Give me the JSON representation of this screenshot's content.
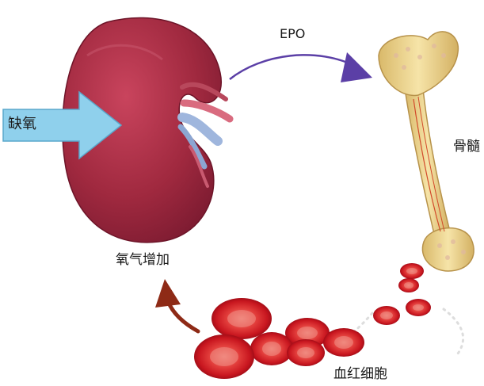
{
  "labels": {
    "epo": "EPO",
    "hypoxia": "缺氧",
    "bone_marrow": "骨髓",
    "oxygen_increase": "氧气增加",
    "red_blood_cells": "血红细胞"
  },
  "colors": {
    "kidney": "#a0293f",
    "kidney_shadow": "#7a1a30",
    "vein": "#9fb6dd",
    "artery": "#d96b7f",
    "hypoxia_arrow": "#8fd0ec",
    "epo_arrow": "#5b3fa6",
    "oxygen_arrow": "#8e2a16",
    "bone": "#ecd592",
    "bone_marrow": "#d24a2a",
    "rbc": "#d8262b",
    "rbc_center": "#ef7a72",
    "cycle_dots": "#dddddd"
  }
}
